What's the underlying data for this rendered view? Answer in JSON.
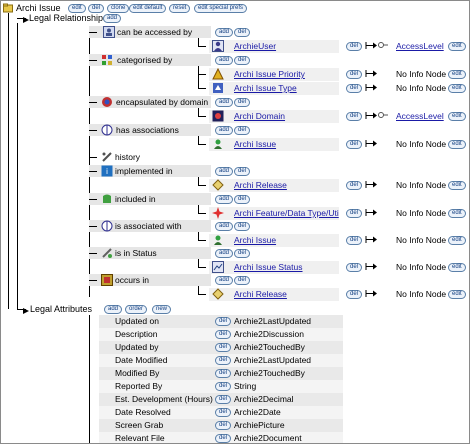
{
  "root": {
    "title": "Archi Issue",
    "actions": [
      "edit",
      "del",
      "clone",
      "edit default",
      "reset",
      "edit special prefs"
    ]
  },
  "legal_relationships": {
    "label": "Legal Relationships",
    "add": "add",
    "rows": [
      {
        "name": "can be accessed by",
        "targets": [
          {
            "name": "ArchieUser",
            "right": "AccessLevel"
          }
        ]
      },
      {
        "name": "categorised by",
        "targets": [
          {
            "name": "Archi Issue Priority",
            "right": "No Info Node"
          },
          {
            "name": "Archi Issue Type",
            "right": "No Info Node"
          }
        ]
      },
      {
        "name": "encapsulated by domain",
        "targets": [
          {
            "name": "Archi Domain",
            "right": "AccessLevel"
          }
        ]
      },
      {
        "name": "has associations",
        "targets": [
          {
            "name": "Archi Issue",
            "right": "No Info Node"
          }
        ]
      },
      {
        "name": "history",
        "targets": []
      },
      {
        "name": "implemented in",
        "targets": [
          {
            "name": "Archi Release",
            "right": "No Info Node"
          }
        ]
      },
      {
        "name": "included in",
        "targets": [
          {
            "name": "Archi Feature/Data Type/Uti",
            "right": "No Info Node"
          }
        ]
      },
      {
        "name": "is associated with",
        "targets": [
          {
            "name": "Archi Issue",
            "right": "No Info Node"
          }
        ]
      },
      {
        "name": "is in Status",
        "targets": [
          {
            "name": "Archi Issue Status",
            "right": "No Info Node"
          }
        ]
      },
      {
        "name": "occurs in",
        "targets": [
          {
            "name": "Archi Release",
            "right": "No Info Node"
          }
        ]
      }
    ],
    "small_labels": {
      "add": "add",
      "del": "del",
      "edit": "edit"
    }
  },
  "legal_attributes": {
    "label": "Legal Attributes",
    "actions": [
      "add",
      "order",
      "new"
    ],
    "rows": [
      {
        "name": "Updated on",
        "type": "Archie2LastUpdated"
      },
      {
        "name": "Description",
        "type": "Archie2Discussion"
      },
      {
        "name": "Updated by",
        "type": "Archie2TouchedBy"
      },
      {
        "name": "Date Modified",
        "type": "Archie2LastUpdated"
      },
      {
        "name": "Modified By",
        "type": "Archie2TouchedBy"
      },
      {
        "name": "Reported By",
        "type": "String"
      },
      {
        "name": "Est. Development (Hours)",
        "type": "Archie2Decimal"
      },
      {
        "name": "Date Resolved",
        "type": "Archie2Date"
      },
      {
        "name": "Screen Grab",
        "type": "ArchiePicture"
      },
      {
        "name": "Relevant File",
        "type": "Archie2Document"
      }
    ]
  },
  "colors": {
    "band": "#e6e6e6",
    "link": "#1a1aa6",
    "pill_border": "#5a7fa8",
    "pill_text": "#123e80"
  }
}
